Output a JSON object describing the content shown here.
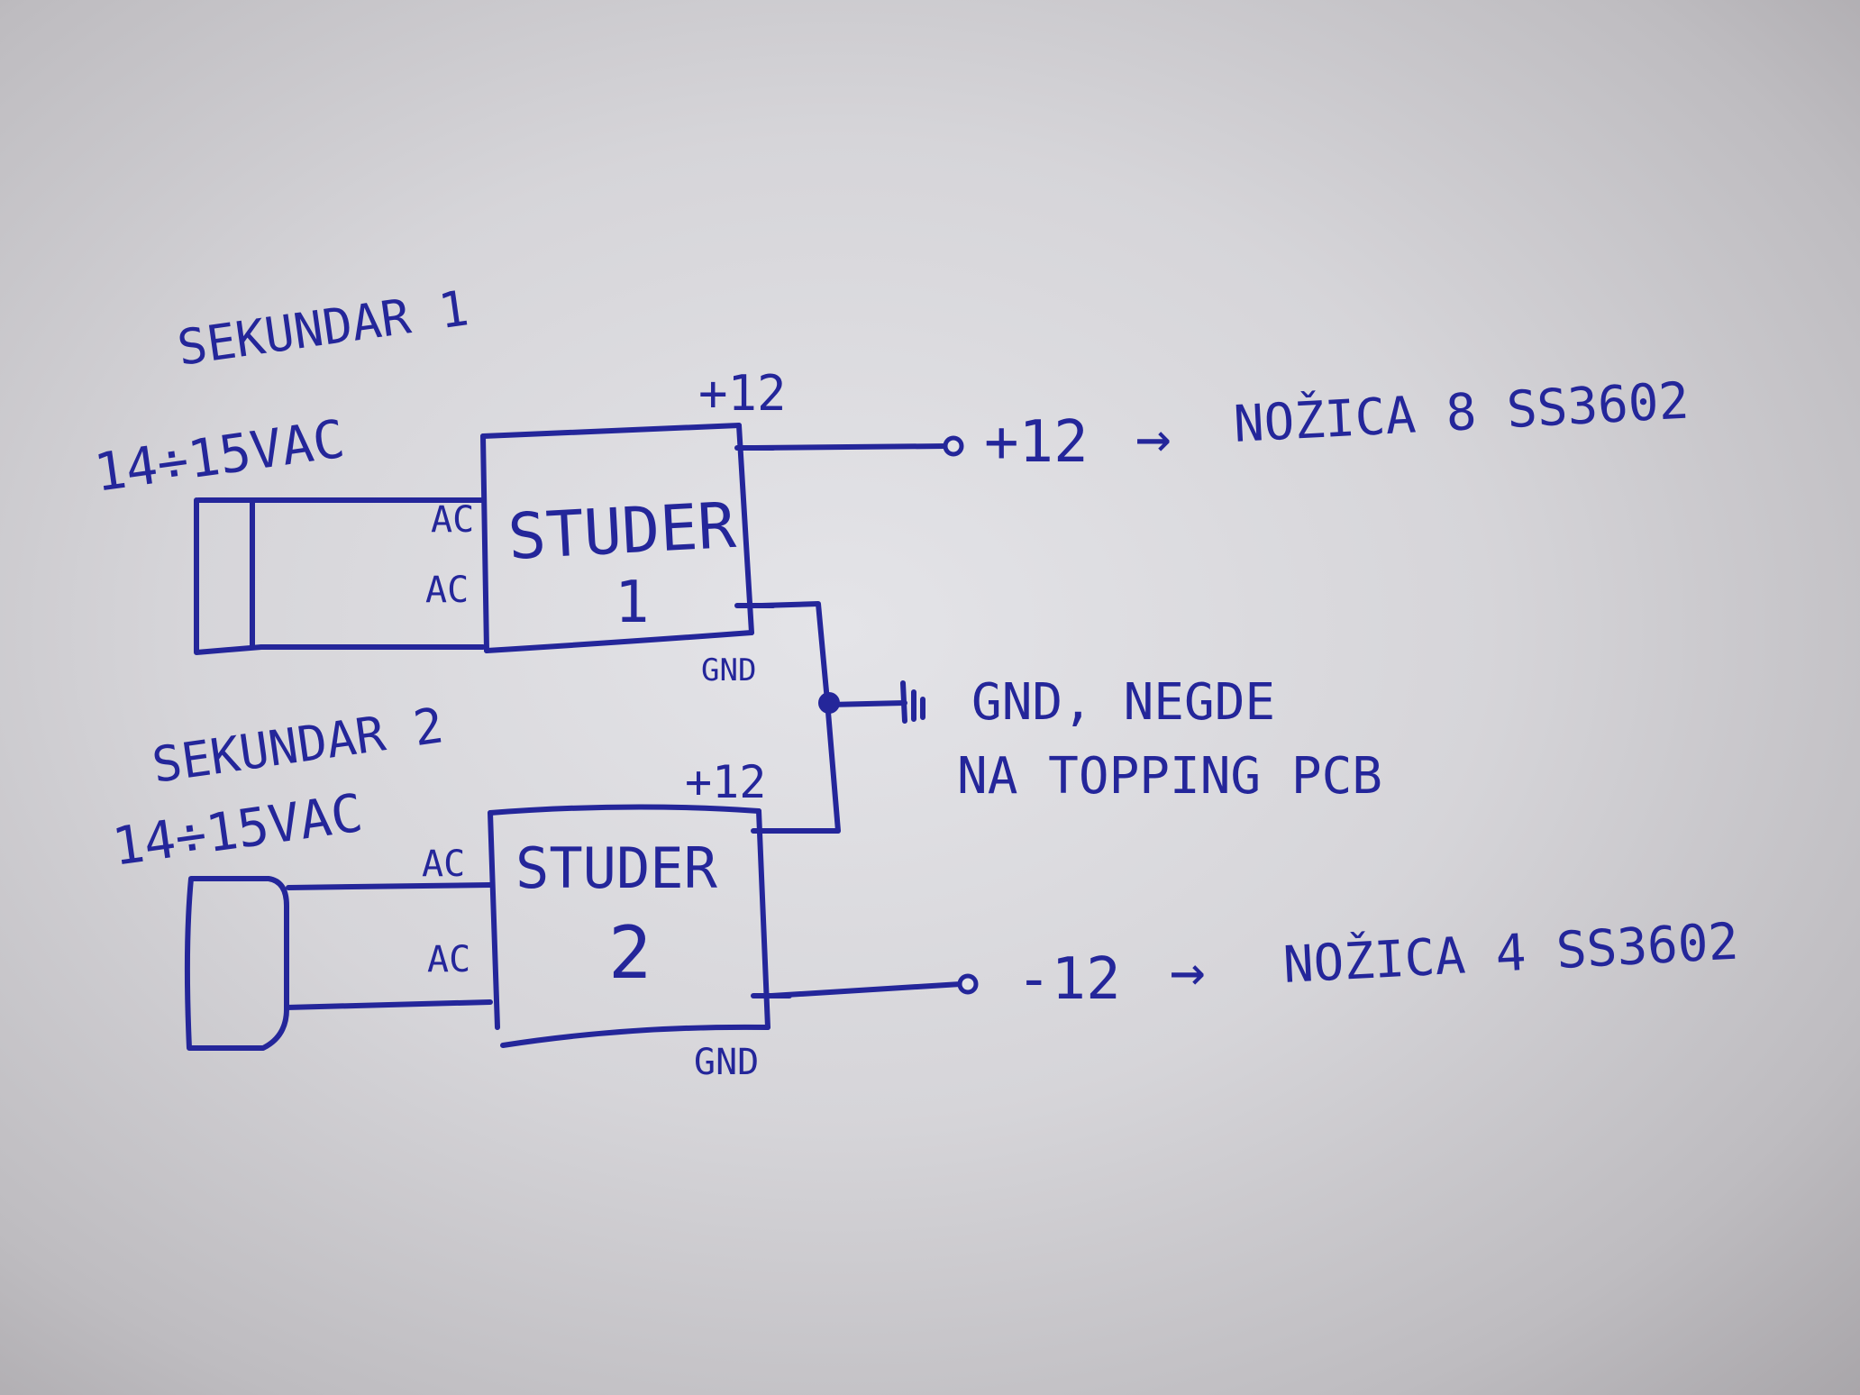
{
  "secondary_1": {
    "title": "SEKUNDAR 1",
    "voltage": "14÷15VAC"
  },
  "secondary_2": {
    "title": "SEKUNDAR 2",
    "voltage": "14÷15VAC"
  },
  "studer_1": {
    "name": "STUDER",
    "number": "1",
    "pin_ac_top": "AC",
    "pin_ac_bottom": "AC",
    "pin_plus": "+12",
    "pin_gnd": "GND"
  },
  "studer_2": {
    "name": "STUDER",
    "number": "2",
    "pin_ac_top": "AC",
    "pin_ac_bottom": "AC",
    "pin_plus": "+12",
    "pin_gnd": "GND"
  },
  "output_positive": {
    "label": "+12",
    "arrow": "→",
    "dest": "NOŽICA 8 SS3602"
  },
  "output_negative": {
    "label": "-12",
    "arrow": "→",
    "dest": "NOŽICA 4 SS3602"
  },
  "ground_note": {
    "line1": "GND, NEGDE",
    "line2": "NA TOPPING PCB"
  }
}
